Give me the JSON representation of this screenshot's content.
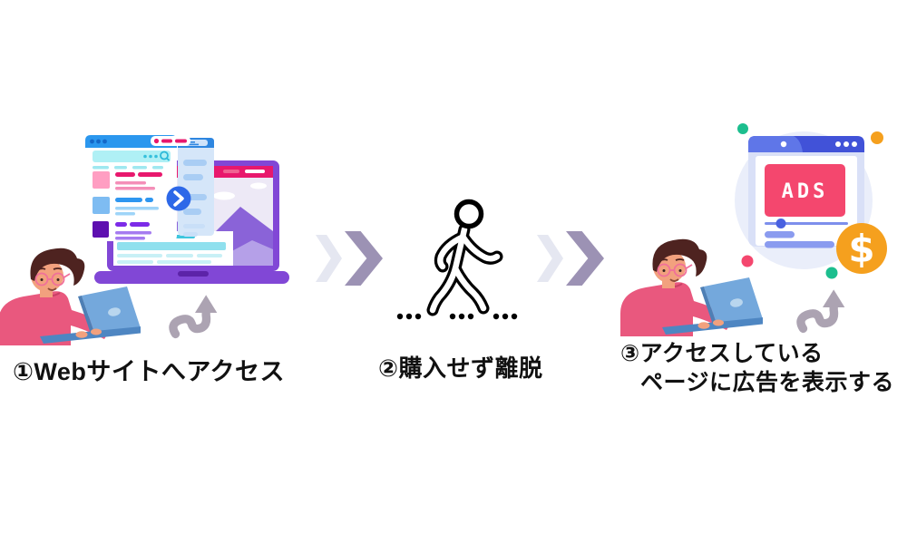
{
  "steps": [
    {
      "lines": [
        "①Webサイトへアクセス"
      ]
    },
    {
      "lines": [
        "②購入せず離脱"
      ]
    },
    {
      "lines": [
        "③アクセスしている",
        "ページに広告を表示する"
      ]
    }
  ],
  "ads_window": {
    "banner_text": "ADS"
  },
  "coin": {
    "symbol": "$"
  },
  "icons": {
    "walking-person-icon": "outlined walking figure",
    "curved-up-arrow-icon": "gray swoosh arrow pointing up",
    "double-chevron-icon": "»",
    "chevron-right-icon": "›",
    "search-icon": "magnifier",
    "browser-traffic-dots-icon": "•••",
    "dollar-coin-icon": "$"
  },
  "colors": {
    "header-blue": "#2B97EE",
    "header-blue-dark-dots": "#1568C8",
    "royal-blue": "#4152D8",
    "royal-blue-light": "#5F76E8",
    "crimson": "#E8186D",
    "ads-red": "#F4476E",
    "purple-laptop": "#8147D6",
    "purple-dark": "#5C23A8",
    "mountain-dark": "#8A63D8",
    "mountain-light": "#B5A0E8",
    "sweater-pink": "#E9587E",
    "skin": "#F2A17E",
    "hair-brown": "#4E2320",
    "glasses-pink": "#F0709A",
    "laptop-blue": "#74A8DC",
    "laptop-blue-dark": "#4E86C2",
    "coin-orange": "#F5A01E",
    "arrow-gray": "#ACA3B2",
    "chevron-light": "#E5E7F1",
    "chevron-dark": "#9C92B4",
    "dot-green": "#1CBE8E",
    "search-cyan": "#AFF0F5",
    "search-teal": "#2BB8D8",
    "ads-bar-blue": "#8A9BEF",
    "label-text": "#111111"
  }
}
